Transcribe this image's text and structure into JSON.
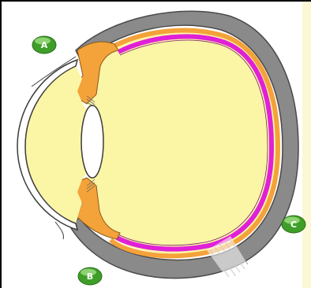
{
  "colors": {
    "background": "#ffffff",
    "frame_border": "#000000",
    "right_strip": "#fbf8d3",
    "eye_fill": "#fbf5a6",
    "sclera_gray": "#8a8a8a",
    "sclera_dark": "#4a4a4a",
    "choroid_orange": "#f4a23a",
    "retina_magenta": "#e020d8",
    "lens_white": "#ffffff",
    "cornea_outline": "#3a3a3a",
    "marker_green": "#3e9e28",
    "marker_highlight": "#a8e38a",
    "marker_text": "#ffffff"
  },
  "diagram": {
    "subject": "eye-cross-section",
    "markers": [
      {
        "id": "A",
        "label": "A"
      },
      {
        "id": "B",
        "label": "B"
      },
      {
        "id": "C",
        "label": "C"
      }
    ]
  }
}
